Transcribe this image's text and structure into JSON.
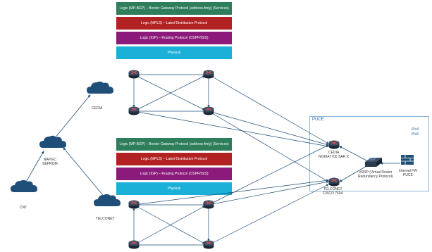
{
  "stack_top": {
    "bgp": "Logic (MP-BGP) – Border Gateway Protocol (address-fmly) (Services)",
    "mpls": "Logic (MPLS) – Label Distribution Protocol",
    "igp": "Logic (IGP) – Routing Protocol (OSPF/ISIS)",
    "physical": "Physical"
  },
  "stack_bottom": {
    "bgp": "Logic (MP-BGP) – Border Gateway Protocol (address-fmly) (Services)",
    "mpls": "Logic (MPLS) – Label Distribution Protocol",
    "igp": "Logic (IGP) – Routing Protocol (OSPF/ISIS)",
    "physical": "Physical"
  },
  "colors": {
    "bgp": "#2e7d5b",
    "mpls": "#b22222",
    "igp": "#8b1a7a",
    "physical": "#1ab0d8",
    "cloud": "#1f4e79",
    "router": "#2a3a4d",
    "router_x": "#d9534f"
  },
  "clouds": {
    "cedia": "CEDIA",
    "nap": "NAP.EC\nSEPROM",
    "cnt": "CNT",
    "telconet": "TELCONET"
  },
  "puce": {
    "title": "PUCE",
    "ipv4": "IPv4",
    "ipv6": "IPv6",
    "cedia_router": "CEDIA\nNOKIA7705 SAR X",
    "telconet_router": "TELCONET\nCISCO 7604",
    "vrrp": "VRRP (Virtual Router\nRedundancy Protocol)",
    "internal_fw": "Internal FW\nPUCE"
  }
}
